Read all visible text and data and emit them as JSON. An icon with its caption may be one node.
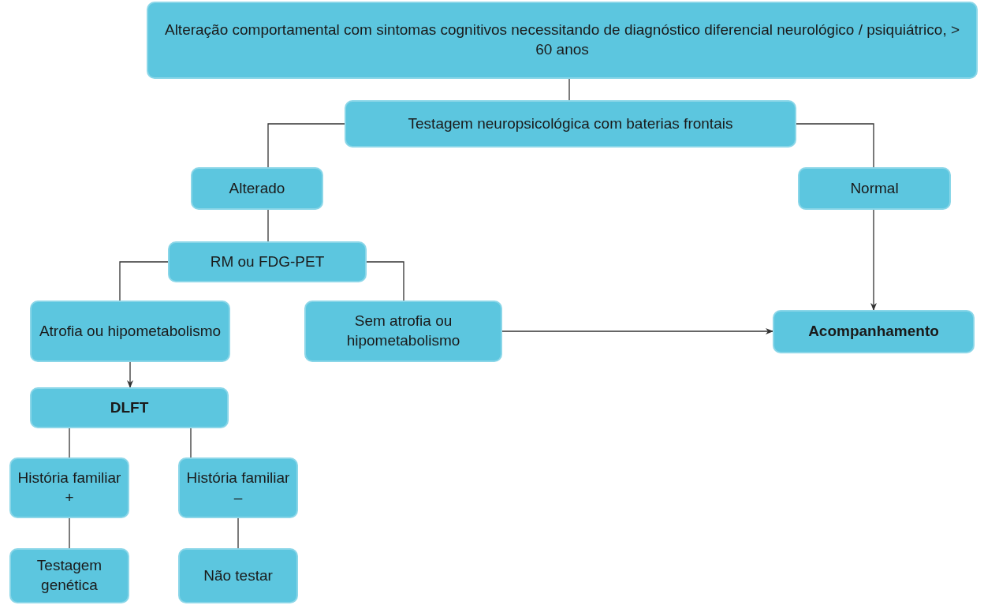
{
  "diagram": {
    "nodes": [
      {
        "text": [
          "Alteração comportamental com sintomas cognitivos necessitando de diagnóstico diferencial neurológico / psiquiátrico, > 60 anos"
        ]
      },
      {
        "text": [
          "Testagem neuropsicológica com baterias frontais"
        ]
      },
      {
        "text": [
          "Alterado"
        ]
      },
      {
        "text": [
          "Normal"
        ]
      },
      {
        "text": [
          "RM ou FDG-PET"
        ]
      },
      {
        "text": [
          "Atrofia ou hipometabolismo"
        ]
      },
      {
        "text": [
          "Sem atrofia ou hipometabolismo"
        ]
      },
      {
        "text": [
          "Acompanhamento"
        ]
      },
      {
        "text": [
          "DLFT"
        ]
      },
      {
        "text": [
          "História familiar +"
        ]
      },
      {
        "text": [
          "História familiar –"
        ]
      },
      {
        "text": [
          "Testagem genética"
        ]
      },
      {
        "text": [
          "Não testar"
        ]
      }
    ],
    "edges": [
      {
        "from": 0,
        "to": 1,
        "arrow": "none"
      },
      {
        "from": 1,
        "to": 2,
        "arrow": "none"
      },
      {
        "from": 1,
        "to": 3,
        "arrow": "none"
      },
      {
        "from": 2,
        "to": 4,
        "arrow": "none"
      },
      {
        "from": 3,
        "to": 7,
        "arrow": "to"
      },
      {
        "from": 4,
        "to": 5,
        "arrow": "none"
      },
      {
        "from": 4,
        "to": 6,
        "arrow": "none"
      },
      {
        "from": 6,
        "to": 7,
        "arrow": "to"
      },
      {
        "from": 5,
        "to": 8,
        "arrow": "to"
      },
      {
        "from": 8,
        "to": 9,
        "arrow": "none"
      },
      {
        "from": 8,
        "to": 10,
        "arrow": "none"
      },
      {
        "from": 9,
        "to": 11,
        "arrow": "none"
      },
      {
        "from": 10,
        "to": 12,
        "arrow": "none"
      }
    ]
  }
}
